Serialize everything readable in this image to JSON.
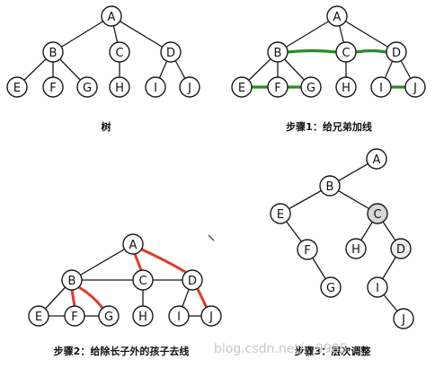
{
  "panels": {
    "tree": {
      "caption": "树"
    },
    "step1": {
      "caption": "步骤1：给兄弟加线"
    },
    "step2": {
      "caption": "步骤2：给除长子外的孩子去线"
    },
    "step3": {
      "caption": "步骤3：层次调整"
    }
  },
  "labels": {
    "A": "A",
    "B": "B",
    "C": "C",
    "D": "D",
    "E": "E",
    "F": "F",
    "G": "G",
    "H": "H",
    "I": "I",
    "J": "J"
  },
  "watermark": "blog.csdn.net/...9985",
  "colors": {
    "sibling_line": "#2a8a2a",
    "removed_line": "#e23a2a",
    "shaded_node": "#d8d8d8"
  }
}
